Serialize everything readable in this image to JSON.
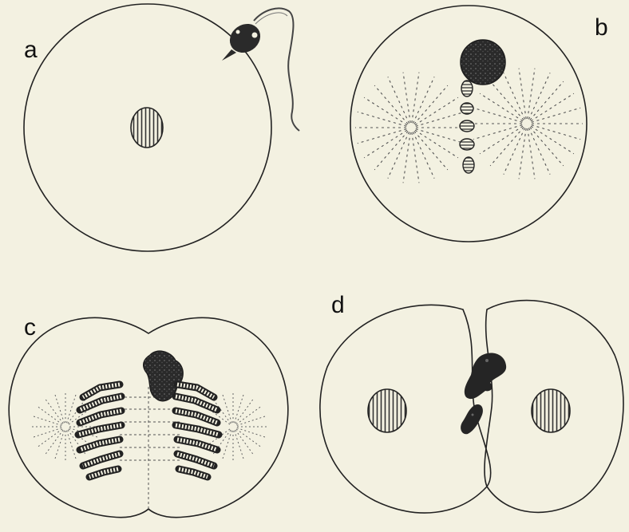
{
  "panels": [
    {
      "id": "a",
      "label": "a"
    },
    {
      "id": "b",
      "label": "b"
    },
    {
      "id": "c",
      "label": "c"
    },
    {
      "id": "d",
      "label": "d"
    }
  ],
  "colors": {
    "background": "#f3f1e1",
    "outline": "#222222",
    "dark_body": "#2a2a2a",
    "hatch": "#333333"
  },
  "icons": {
    "nucleus": "hatched-circle",
    "sperm": "sperm-cell",
    "aster": "radiating-dashed-lines",
    "chromosome": "banded-rod"
  }
}
